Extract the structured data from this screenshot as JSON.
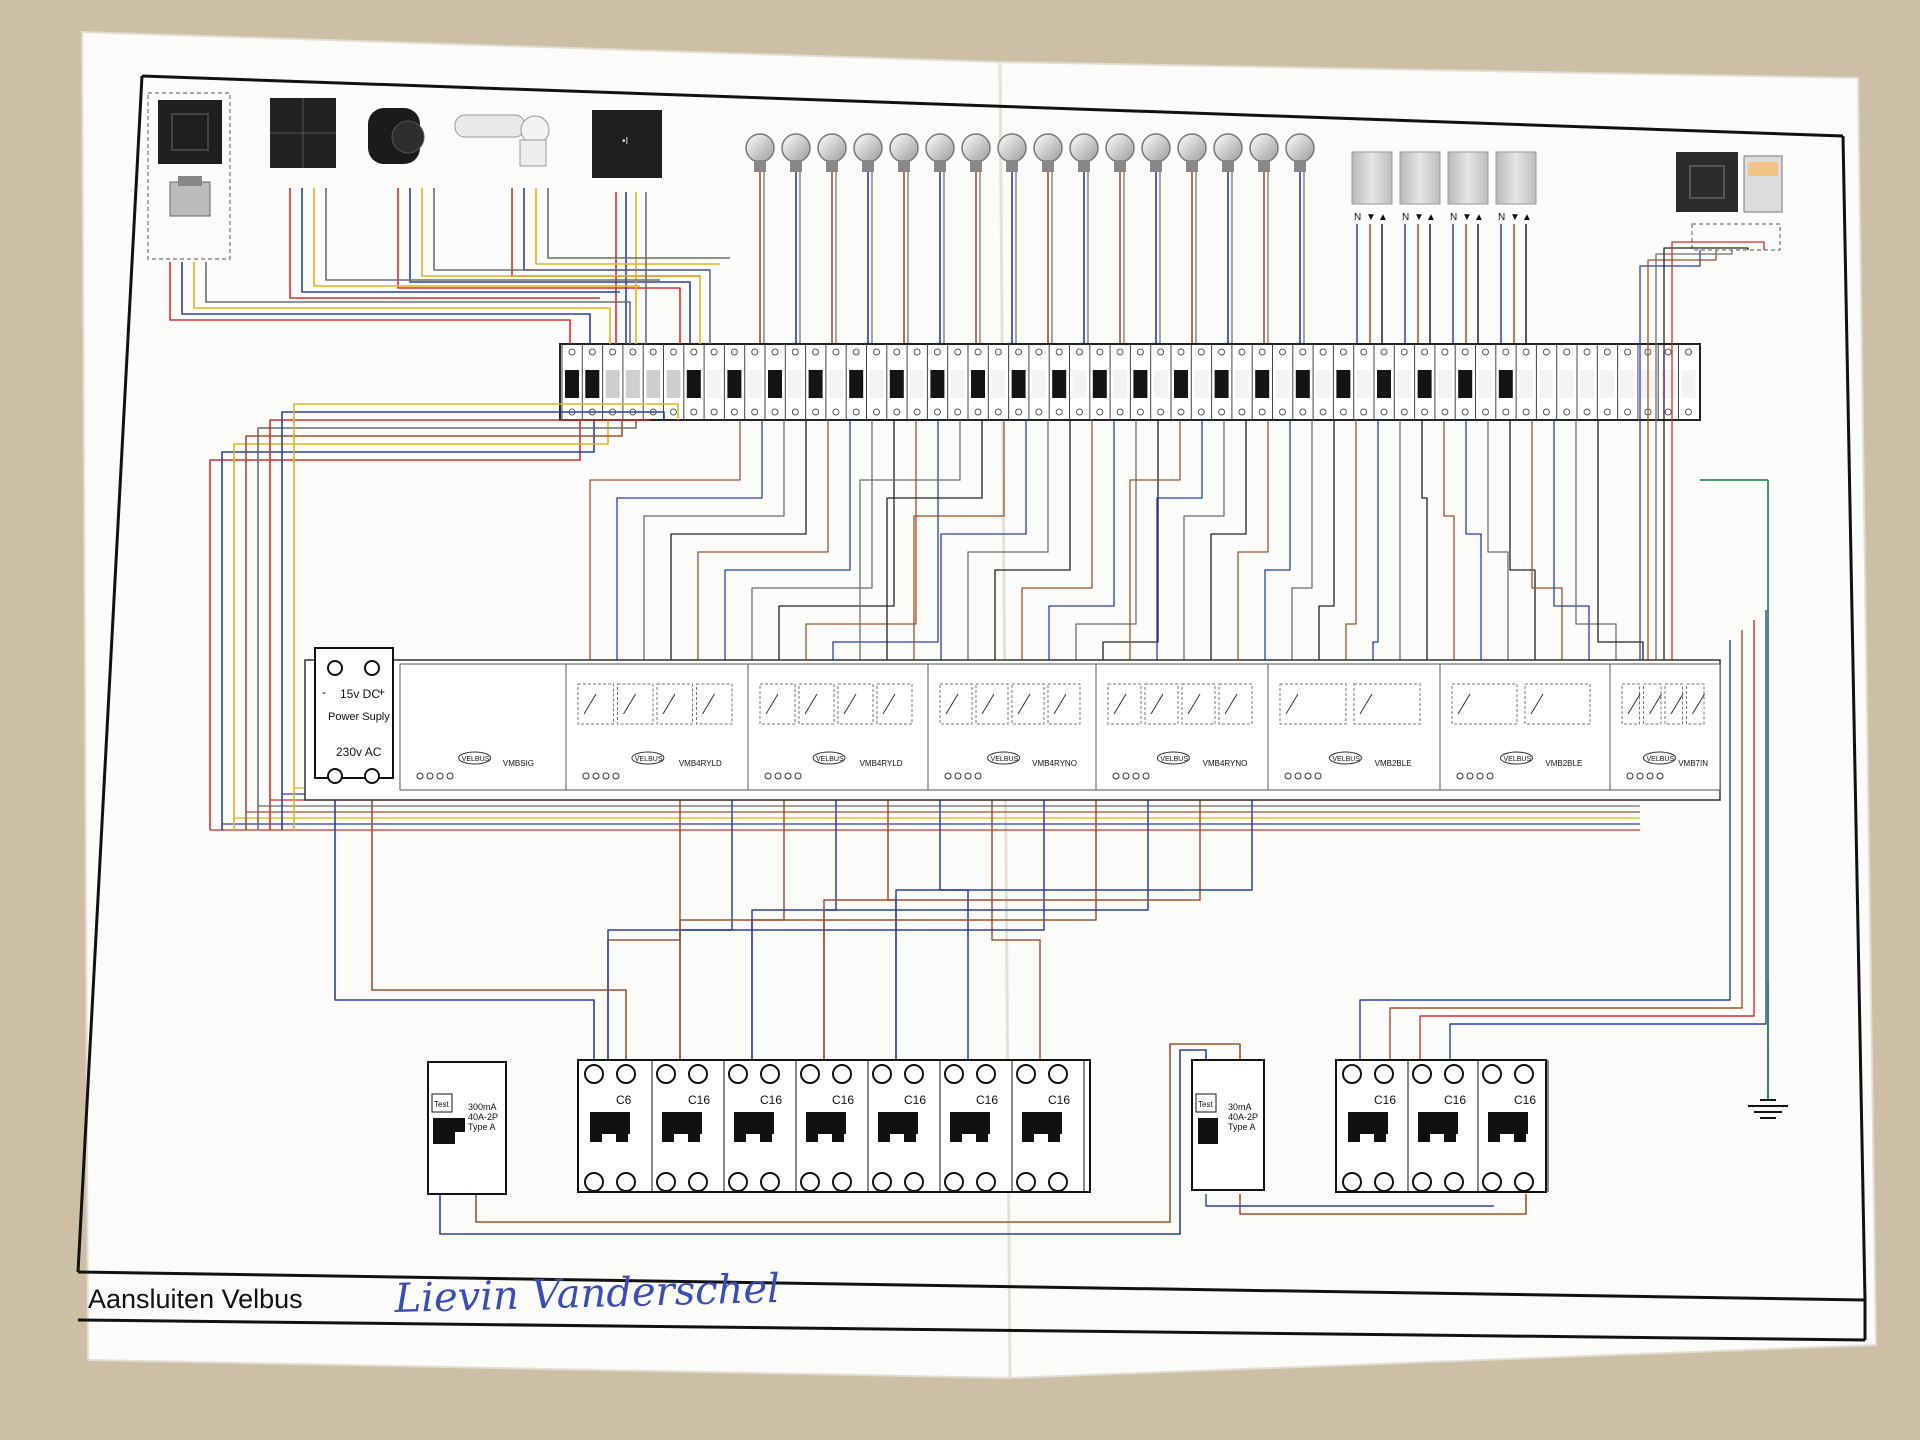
{
  "sheet": {
    "title": "Aansluiten Velbus",
    "signature": "Lievin Vanderschel"
  },
  "colors": {
    "background": "#cdbfa6",
    "paper": "#fbfbfa",
    "wire_red": "#d62f2b",
    "wire_blue": "#2a3fae",
    "wire_yellow": "#e8b21c",
    "wire_brown": "#a0522d",
    "wire_grey": "#6e6e6e",
    "wire_green": "#2e8b57",
    "wire_purple": "#7a3fa6",
    "wire_black": "#222222",
    "ink_signature": "#3a4db5"
  },
  "devices": {
    "power_supply": {
      "line1": "15v DC",
      "line2": "Power Suply",
      "line3": "230v AC",
      "minus": "-",
      "plus": "+"
    },
    "brand": "VELBUS",
    "modules": [
      {
        "name": "VMBSIG"
      },
      {
        "name": "VMB4RYLD"
      },
      {
        "name": "VMB4RYLD"
      },
      {
        "name": "VMB4RYNO"
      },
      {
        "name": "VMB4RYNO"
      },
      {
        "name": "VMB2BLE"
      },
      {
        "name": "VMB2BLE"
      },
      {
        "name": "VMB7IN"
      }
    ],
    "rcd_left": {
      "test": "Test",
      "line1": "300mA",
      "line2": "40A-2P",
      "line3": "Type A"
    },
    "rcd_right": {
      "test": "Test",
      "line1": "30mA",
      "line2": "40A-2P",
      "line3": "Type A"
    },
    "breakers_left": [
      "C6",
      "C16",
      "C16",
      "C16",
      "C16",
      "C16",
      "C16"
    ],
    "breakers_right": [
      "C16",
      "C16",
      "C16"
    ],
    "shutter_symbols": [
      "N",
      "▼",
      "▲"
    ]
  }
}
